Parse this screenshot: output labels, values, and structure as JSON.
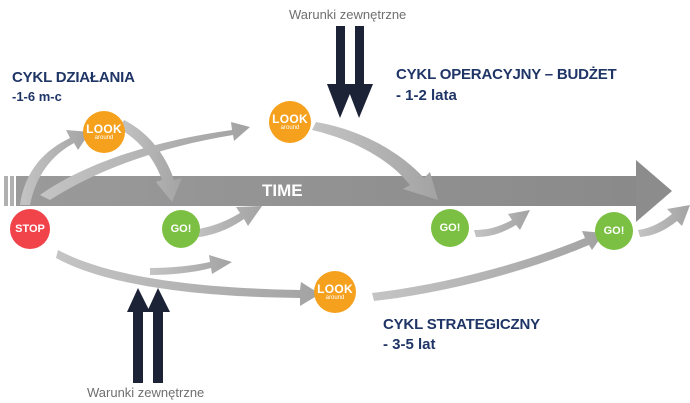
{
  "time_label": "TIME",
  "external_conditions": {
    "top": "Warunki zewnętrzne",
    "bottom": "Warunki zewnętrzne"
  },
  "cycles": {
    "action": {
      "title": "CYKL DZIAŁANIA",
      "duration": "-1-6 m-c"
    },
    "operational": {
      "title": "CYKL OPERACYJNY – BUDŻET",
      "duration": "- 1-2 lata"
    },
    "strategic": {
      "title": "CYKL STRATEGICZNY",
      "duration": "- 3-5 lat"
    }
  },
  "nodes": {
    "stop": "STOP",
    "go": "GO!",
    "look": "LOOK",
    "look_sub": "around"
  },
  "colors": {
    "stop": "#f0434a",
    "go": "#7bc043",
    "look": "#f5a11e",
    "arrows": "#a9a9a9",
    "external_arrows": "#1c2336",
    "titles": "#1f3566"
  }
}
